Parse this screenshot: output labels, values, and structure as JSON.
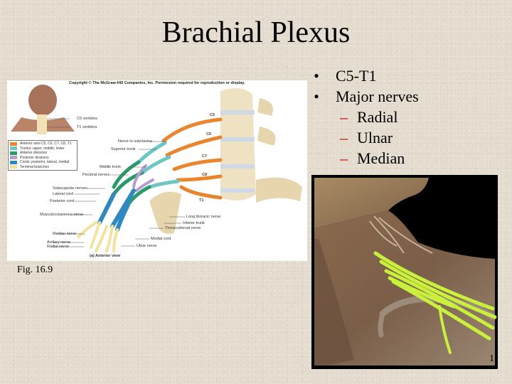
{
  "slide": {
    "title": "Brachial Plexus",
    "number": "1",
    "background_color": "#e3dbcd"
  },
  "bullets": [
    {
      "text": "C5-T1",
      "level": 1,
      "marker": "•"
    },
    {
      "text": "Major nerves",
      "level": 1,
      "marker": "•",
      "children": [
        {
          "text": "Radial",
          "marker": "–"
        },
        {
          "text": "Ulnar",
          "marker": "–"
        },
        {
          "text": "Median",
          "marker": "–"
        }
      ]
    }
  ],
  "sub_marker_color": "#c00000",
  "figure": {
    "caption": "Fig. 16.9",
    "copyright": "Copyright © The McGraw-Hill Companies, Inc. Permission required for reproduction or display.",
    "view_label": "(a) Anterior view",
    "vertebra_labels": {
      "c5": "C5 vertebra",
      "t1": "T1 vertebra"
    },
    "legend": [
      {
        "label": "Anterior rami C5, C6, C7, C8, T1",
        "color": "#e8852e"
      },
      {
        "label": "Trunks: upper, middle, lower",
        "color": "#6cc6c2"
      },
      {
        "label": "Anterior divisions",
        "color": "#2a9a6c"
      },
      {
        "label": "Posterior divisions",
        "color": "#b59cd0"
      },
      {
        "label": "Cords: posterior, lateral, medial",
        "color": "#2f88c0"
      },
      {
        "label": "Terminal branches",
        "color": "#f2e2a0"
      }
    ],
    "spine_labels": [
      "C5",
      "C6",
      "C7",
      "C8",
      "T1"
    ],
    "callouts_left": [
      "Nerve to subclavius",
      "Superior trunk",
      "Middle trunk",
      "Pectoral nerves",
      "Subscapular nerves",
      "Lateral cord",
      "Posterior cord",
      "Musculocutaneous nerve",
      "Median nerve",
      "Axillary nerve",
      "Radial nerve"
    ],
    "callouts_right": [
      "Long thoracic nerve",
      "Inferior trunk",
      "Thoracodorsal nerve",
      "Medial cord",
      "Ulnar nerve"
    ]
  },
  "photo": {
    "description": "Cadaver dissection of neck showing brachial plexus highlighted in green",
    "highlight_color": "#c8f03c"
  }
}
